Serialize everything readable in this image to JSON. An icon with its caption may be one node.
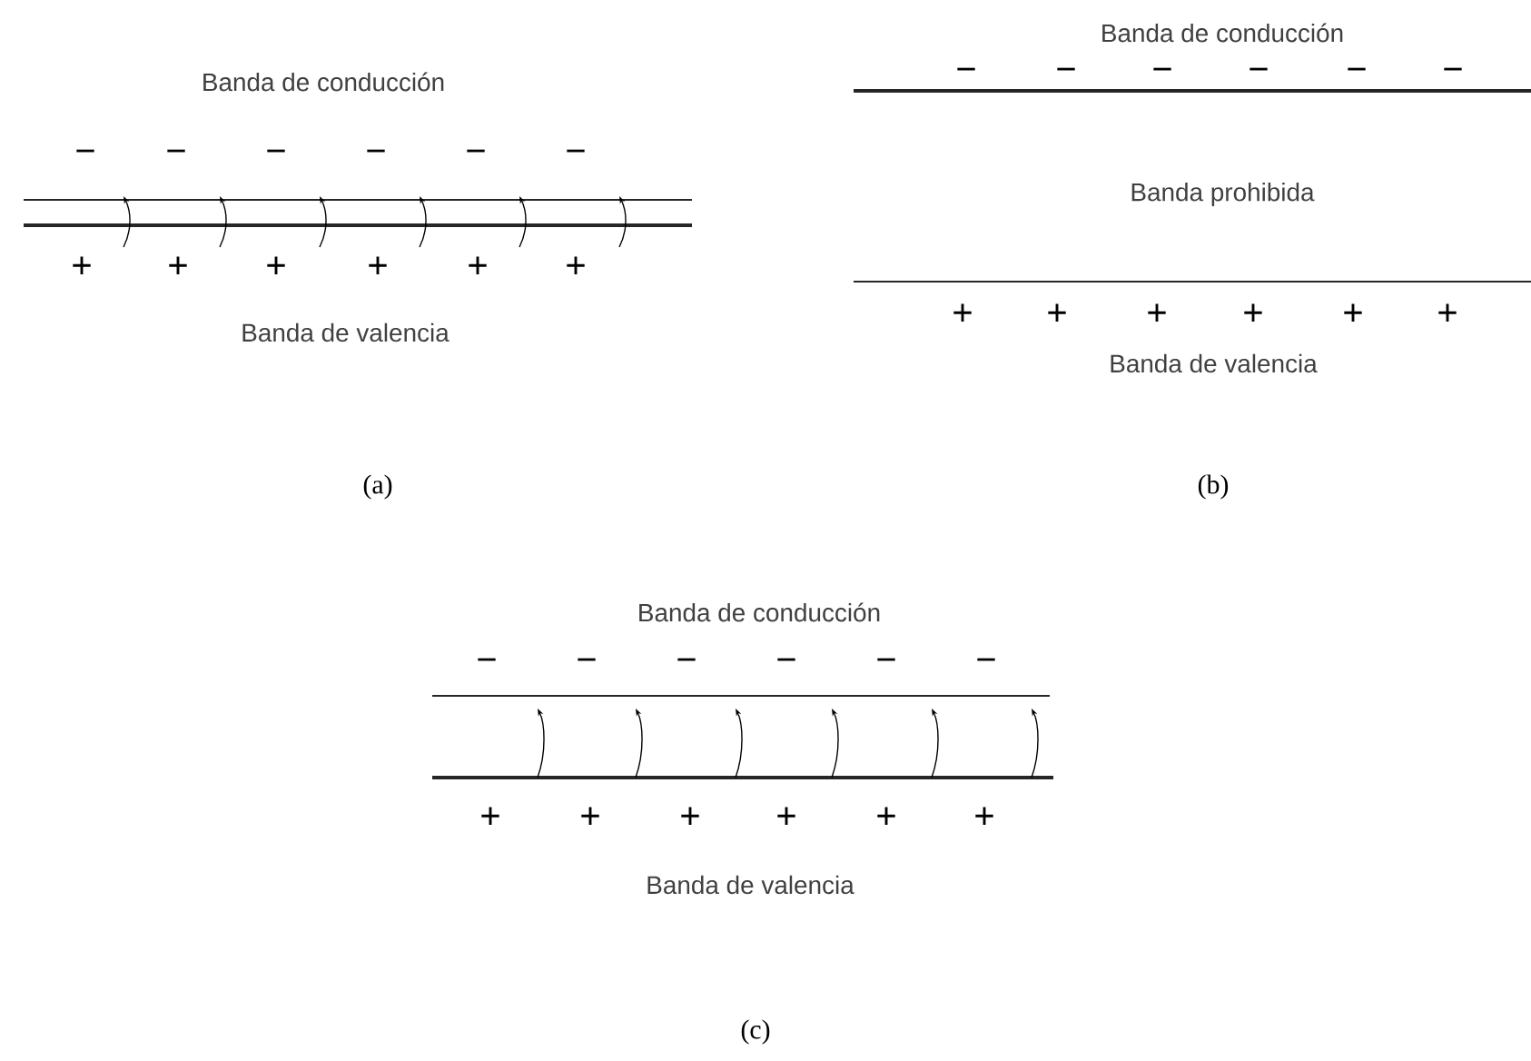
{
  "diagram": {
    "labels": [
      "Banda de conducción",
      "−",
      "−",
      "−",
      "−",
      "−",
      "−",
      "+",
      "+",
      "+",
      "+",
      "+",
      "+",
      "Banda de valencia",
      "Banda de conducción",
      "−",
      "−",
      "−",
      "−",
      "−",
      "−",
      "Banda prohibida",
      "+",
      "+",
      "+",
      "+",
      "+",
      "+",
      "Banda de valencia",
      "(a)",
      "(b)",
      "Banda de conducción",
      "−",
      "−",
      "−",
      "−",
      "−",
      "−",
      "+",
      "+",
      "+",
      "+",
      "+",
      "+",
      "Banda de valencia",
      "(c)"
    ]
  }
}
